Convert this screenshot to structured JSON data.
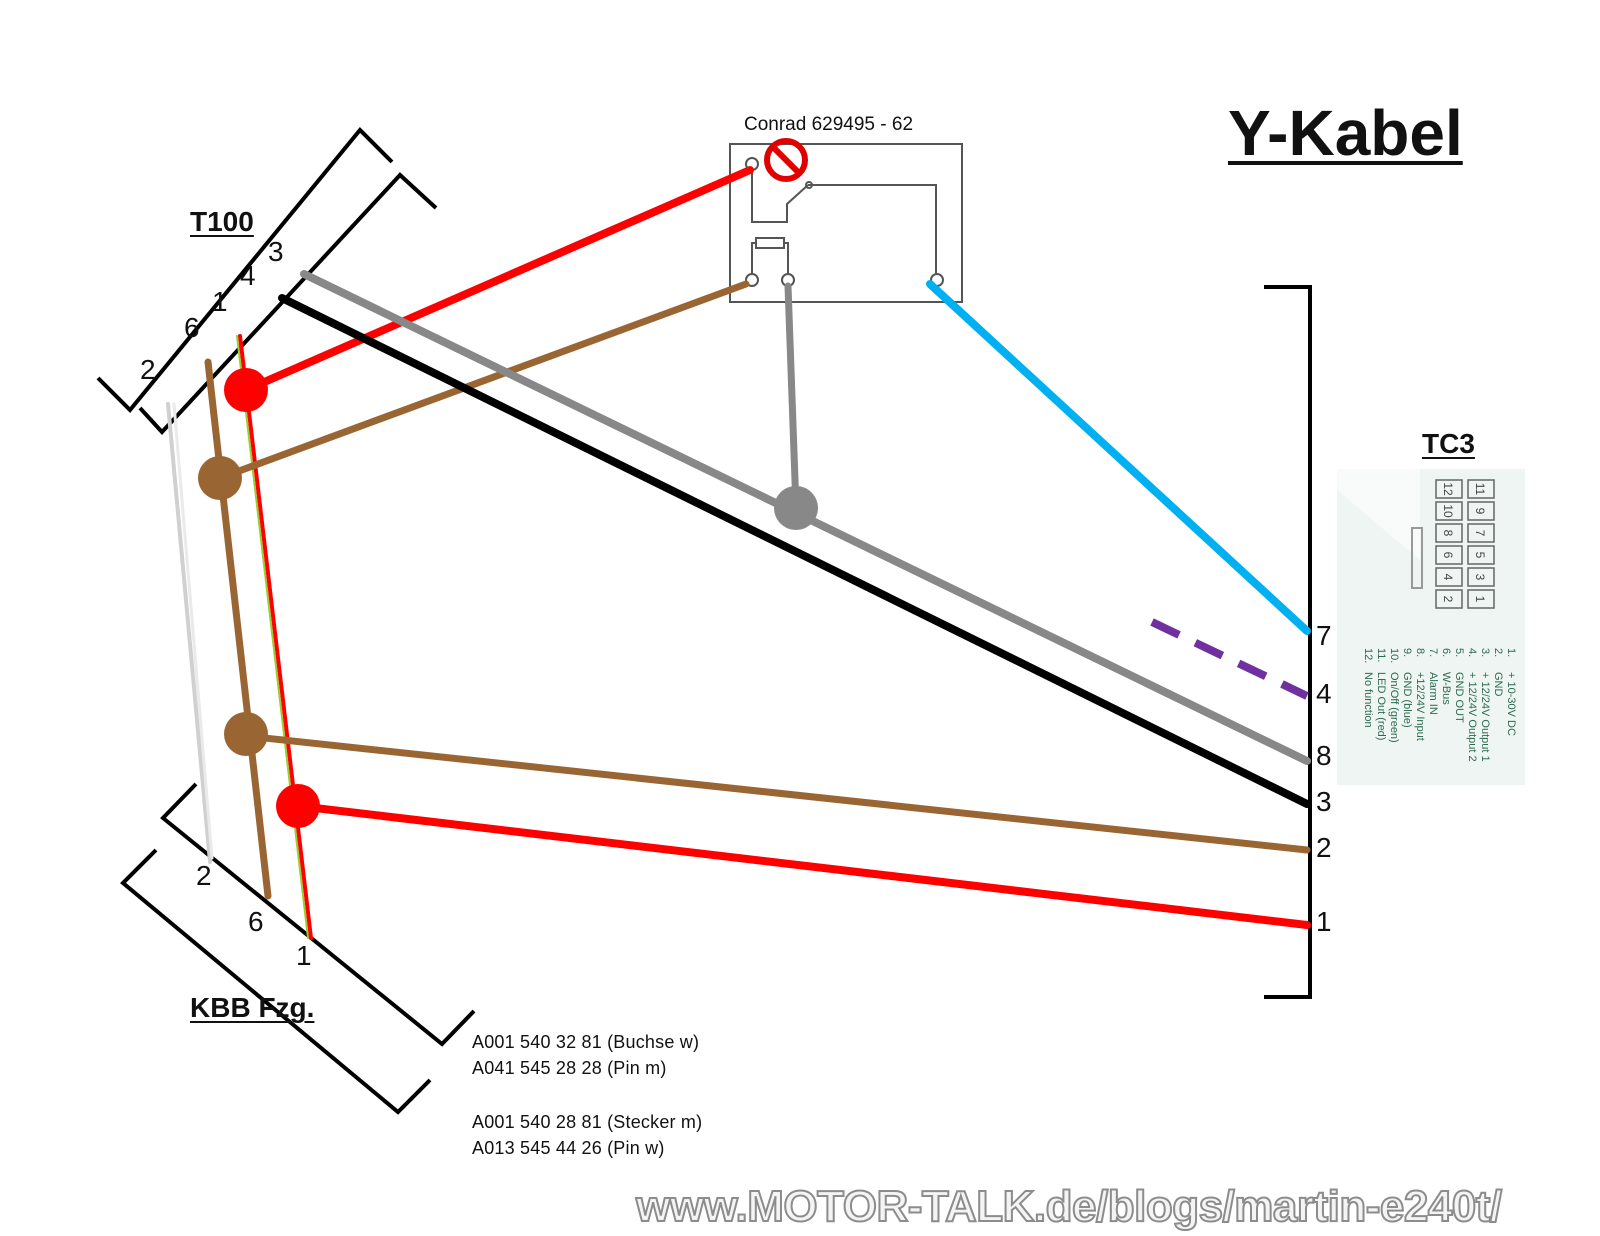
{
  "title": "Y-Kabel",
  "relay": {
    "label": "Conrad 629495 - 62"
  },
  "connectors": {
    "t100": {
      "label": "T100",
      "pins": [
        "3",
        "4",
        "1",
        "6",
        "2"
      ]
    },
    "kbb": {
      "label": "KBB Fzg.",
      "pins": [
        "2",
        "6",
        "1"
      ]
    },
    "tc3": {
      "label": "TC3",
      "pins": [
        "7",
        "4",
        "8",
        "3",
        "2",
        "1"
      ],
      "photo_grid": [
        "12",
        "11",
        "10",
        "9",
        "8",
        "7",
        "6",
        "5",
        "4",
        "3",
        "2",
        "1"
      ],
      "photo_legend": [
        "1.",
        "2.",
        "3.",
        "4.",
        "5.",
        "6.",
        "7.",
        "8.",
        "9.",
        "10.",
        "11.",
        "12."
      ],
      "photo_legend_text": [
        "+ 10-30V DC",
        "GND",
        "+ 12/24V Output 1",
        "+ 12/24V Output 2",
        "GND OUT",
        "W-Bus",
        "Alarm IN",
        "+12/24V Input",
        "GND (blue)",
        "On/Off (green)",
        "LED Out (red)",
        "No function"
      ]
    }
  },
  "part_numbers": [
    "A001 540 32 81  (Buchse w)",
    "A041 545 28 28  (Pin m)",
    "A001 540 28 81  (Stecker m)",
    "A013 545 44 26  (Pin w)"
  ],
  "watermark": "www.MOTOR-TALK.de/blogs/martin-e240t/",
  "colors": {
    "red": "#ff0000",
    "brown": "#996633",
    "black": "#000000",
    "gray": "#888888",
    "lightblue": "#00b0f0",
    "purple": "#7030a0",
    "white_wire": "#d0d0d0",
    "green_stripe": "#9acd32",
    "no_symbol": "#e00000"
  }
}
